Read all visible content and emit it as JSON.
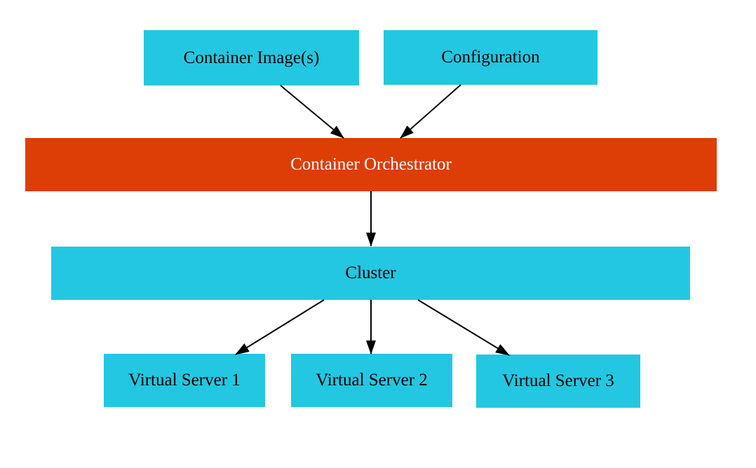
{
  "diagram": {
    "type": "flow-diagram",
    "colors": {
      "node_fill": "#23c7e1",
      "orchestrator_fill": "#dc3e06",
      "node_text": "#000000",
      "orchestrator_text": "#ffffff",
      "arrow": "#000000",
      "background": "#ffffff"
    },
    "nodes": {
      "container_images": {
        "label": "Container Image(s)"
      },
      "configuration": {
        "label": "Configuration"
      },
      "orchestrator": {
        "label": "Container Orchestrator"
      },
      "cluster": {
        "label": "Cluster"
      },
      "virtual_server_1": {
        "label": "Virtual Server 1"
      },
      "virtual_server_2": {
        "label": "Virtual Server 2"
      },
      "virtual_server_3": {
        "label": "Virtual Server 3"
      }
    },
    "edges": [
      {
        "from": "container_images",
        "to": "orchestrator"
      },
      {
        "from": "configuration",
        "to": "orchestrator"
      },
      {
        "from": "orchestrator",
        "to": "cluster"
      },
      {
        "from": "cluster",
        "to": "virtual_server_1"
      },
      {
        "from": "cluster",
        "to": "virtual_server_2"
      },
      {
        "from": "cluster",
        "to": "virtual_server_3"
      }
    ]
  }
}
